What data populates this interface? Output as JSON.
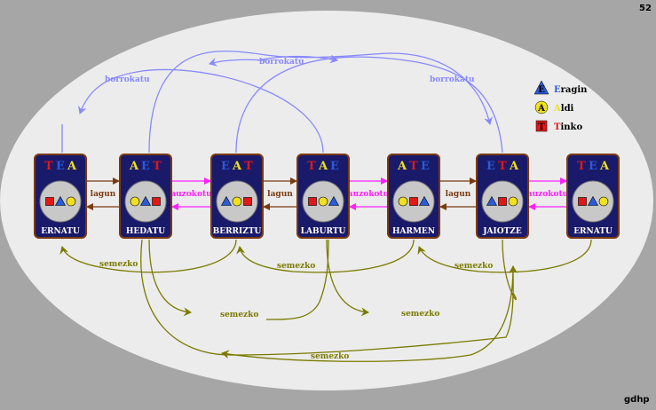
{
  "page_number": "52",
  "credit": "gdhp",
  "colors": {
    "background": "#a6a6a6",
    "ellipse": "#ececec",
    "card_fill": "#1a1a6a",
    "card_border": "#7a3a10",
    "circle_fill": "#c8c8c8",
    "red": "#e01818",
    "blue": "#2a5cd8",
    "yellow": "#f0e020",
    "brown_arrow": "#7a3a10",
    "magenta_arrow": "#ff1fff",
    "lavender_arrow": "#8888ff",
    "olive_arrow": "#7a7a00"
  },
  "legend": [
    {
      "letter": "E",
      "shape": "triangle",
      "color": "blue",
      "first": "E",
      "rest": "ragin"
    },
    {
      "letter": "A",
      "shape": "circle",
      "color": "yellow",
      "first": "A",
      "rest": "ldi"
    },
    {
      "letter": "T",
      "shape": "square",
      "color": "red",
      "first": "T",
      "rest": "inko"
    }
  ],
  "nodes": [
    {
      "name": "ERNATU",
      "letters": [
        {
          "ch": "T",
          "color": "red"
        },
        {
          "ch": "E",
          "color": "blue"
        },
        {
          "ch": "A",
          "color": "yellow"
        }
      ],
      "shapes": [
        "square",
        "triangle",
        "circle"
      ]
    },
    {
      "name": "HEDATU",
      "letters": [
        {
          "ch": "A",
          "color": "yellow"
        },
        {
          "ch": "E",
          "color": "blue"
        },
        {
          "ch": "T",
          "color": "red"
        }
      ],
      "shapes": [
        "circle",
        "triangle",
        "square"
      ]
    },
    {
      "name": "BERRIZTU",
      "letters": [
        {
          "ch": "E",
          "color": "blue"
        },
        {
          "ch": "A",
          "color": "yellow"
        },
        {
          "ch": "T",
          "color": "red"
        }
      ],
      "shapes": [
        "triangle",
        "circle",
        "square"
      ]
    },
    {
      "name": "LABURTU",
      "letters": [
        {
          "ch": "T",
          "color": "red"
        },
        {
          "ch": "A",
          "color": "yellow"
        },
        {
          "ch": "E",
          "color": "blue"
        }
      ],
      "shapes": [
        "square",
        "circle",
        "triangle"
      ]
    },
    {
      "name": "HARMEN",
      "letters": [
        {
          "ch": "A",
          "color": "yellow"
        },
        {
          "ch": "T",
          "color": "red"
        },
        {
          "ch": "E",
          "color": "blue"
        }
      ],
      "shapes": [
        "circle",
        "square",
        "triangle"
      ]
    },
    {
      "name": "JAIOTZE",
      "letters": [
        {
          "ch": "E",
          "color": "blue"
        },
        {
          "ch": "T",
          "color": "red"
        },
        {
          "ch": "A",
          "color": "yellow"
        }
      ],
      "shapes": [
        "triangle",
        "square",
        "circle"
      ]
    },
    {
      "name": "ERNATU",
      "letters": [
        {
          "ch": "T",
          "color": "red"
        },
        {
          "ch": "E",
          "color": "blue"
        },
        {
          "ch": "A",
          "color": "yellow"
        }
      ],
      "shapes": [
        "square",
        "triangle",
        "circle"
      ]
    }
  ],
  "edges": {
    "between": [
      {
        "label": "lagun",
        "kind": "brown"
      },
      {
        "label": "auzokotu",
        "kind": "magenta"
      },
      {
        "label": "lagun",
        "kind": "brown"
      },
      {
        "label": "auzokotu",
        "kind": "magenta"
      },
      {
        "label": "lagun",
        "kind": "brown"
      },
      {
        "label": "auzokotu",
        "kind": "magenta"
      }
    ],
    "top_label": "borrokatu",
    "bottom_label": "semezko"
  }
}
